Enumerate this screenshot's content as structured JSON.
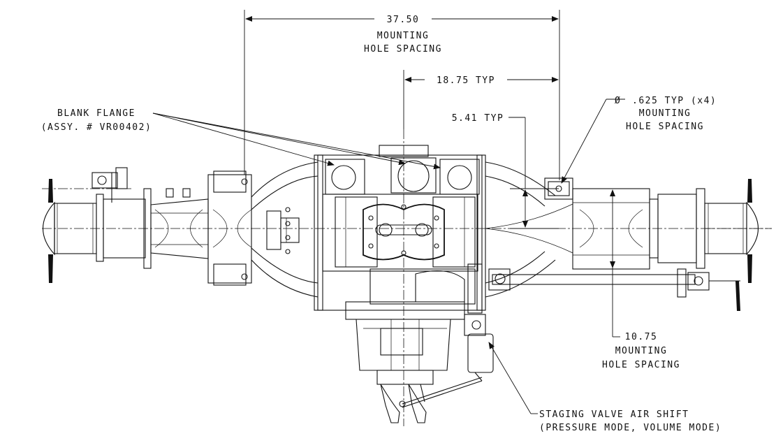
{
  "callouts": {
    "mounting_spacing_width": {
      "value": "37.50",
      "line1": "MOUNTING",
      "line2": "HOLE SPACING"
    },
    "half_spacing": {
      "value": "18.75 TYP"
    },
    "hole_diameter": {
      "symbol": "Ø",
      "value": ".625 TYP (x4)",
      "line1": "MOUNTING",
      "line2": "HOLE SPACING"
    },
    "offset": {
      "value": "5.41 TYP"
    },
    "blank_flange": {
      "line1": "BLANK FLANGE",
      "line2": "(ASSY. # VR00402)"
    },
    "mounting_spacing_depth": {
      "value": "10.75",
      "line1": "MOUNTING",
      "line2": "HOLE SPACING"
    },
    "staging_valve": {
      "line1": "STAGING VALVE AIR SHIFT",
      "line2": "(PRESSURE MODE, VOLUME MODE)"
    }
  },
  "colors": {
    "line": "#111111",
    "background": "#ffffff"
  }
}
